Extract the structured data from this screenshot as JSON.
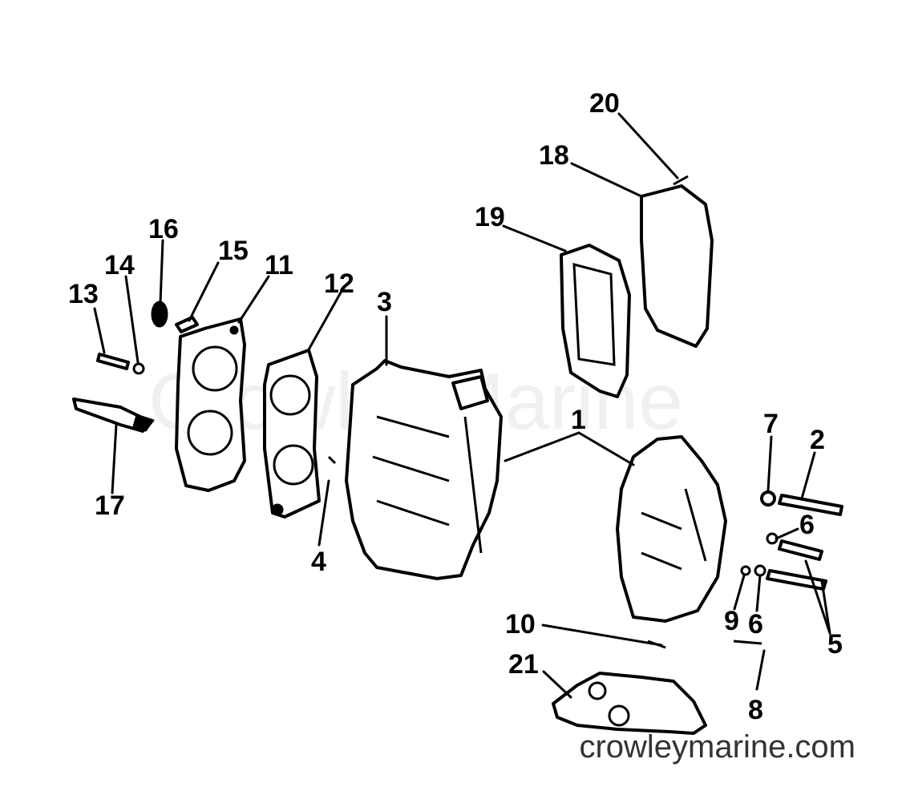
{
  "watermark": "CrowleyMarine",
  "site_url": "crowleymarine.com",
  "callouts": [
    "1",
    "2",
    "3",
    "4",
    "5",
    "6",
    "6",
    "7",
    "8",
    "9",
    "10",
    "11",
    "12",
    "13",
    "14",
    "15",
    "16",
    "17",
    "18",
    "19",
    "20",
    "21"
  ]
}
